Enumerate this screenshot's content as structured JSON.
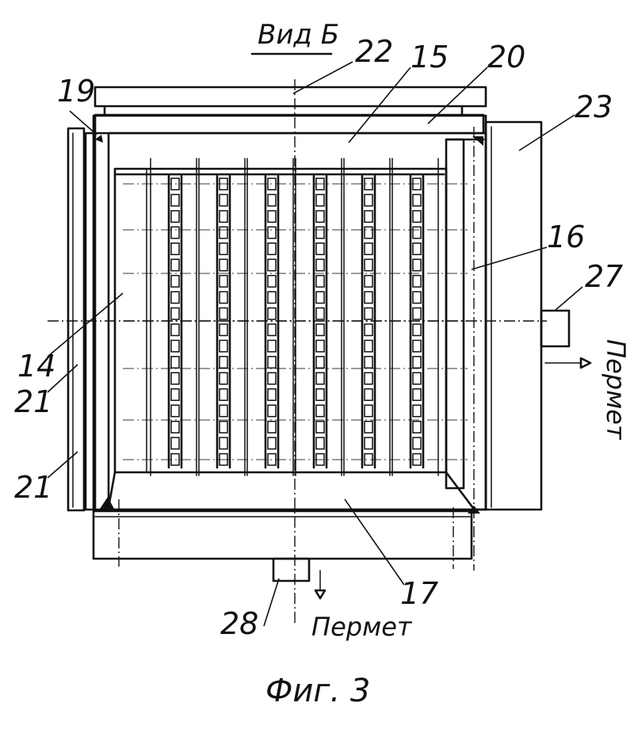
{
  "drawing": {
    "view_title": "Вид Б",
    "figure_caption": "Фиг. 3",
    "flow_bottom": "Пермет",
    "flow_right": "Пермет",
    "labels": {
      "l22": "22",
      "l15": "15",
      "l20": "20",
      "l19": "19",
      "l23": "23",
      "l16": "16",
      "l27": "27",
      "l14": "14",
      "l21a": "21",
      "l21b": "21",
      "l17": "17",
      "l28": "28"
    },
    "membrane_columns": 6,
    "cells_per_column": 18
  }
}
